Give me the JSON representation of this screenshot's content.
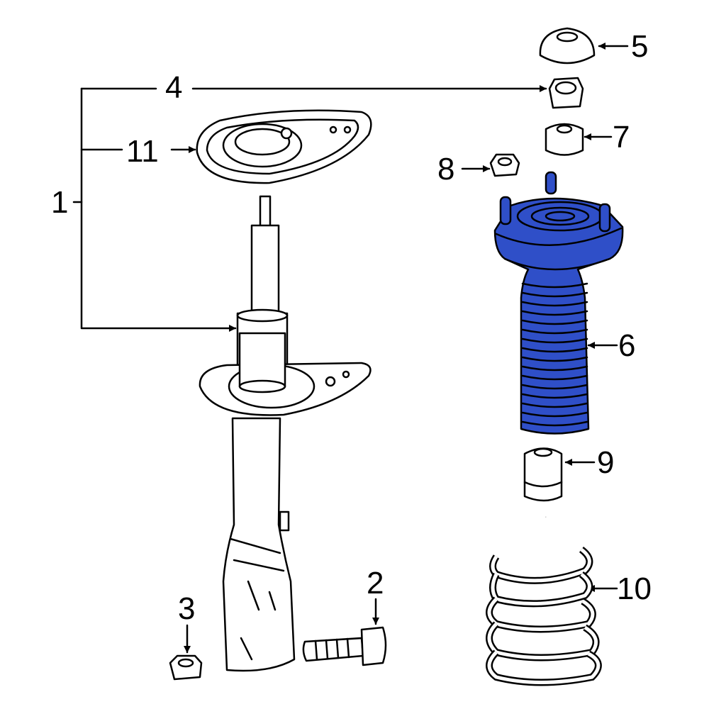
{
  "diagram": {
    "highlight_color": "#2f4fc8",
    "highlighted_part": "6",
    "callouts": [
      "1",
      "2",
      "3",
      "4",
      "5",
      "6",
      "7",
      "8",
      "9",
      "10",
      "11"
    ]
  }
}
